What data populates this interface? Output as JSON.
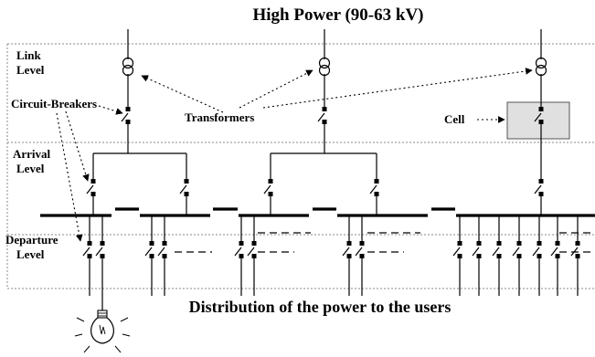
{
  "title": "High Power (90-63 kV)",
  "footer": "Distribution of the power to the users",
  "levels": {
    "link": [
      "Link",
      "Level"
    ],
    "arrival": [
      "Arrival",
      "Level"
    ],
    "departure": [
      "Departure",
      "Level"
    ]
  },
  "labels": {
    "circuit_breakers": "Circuit-Breakers",
    "transformers": "Transformers",
    "cell": "Cell"
  },
  "colors": {
    "cell_fill": "#e0e0e0",
    "level_line": "#8a8a8a"
  },
  "icons": [
    "transformer-icon",
    "circuit-breaker-icon",
    "light-bulb-icon"
  ]
}
